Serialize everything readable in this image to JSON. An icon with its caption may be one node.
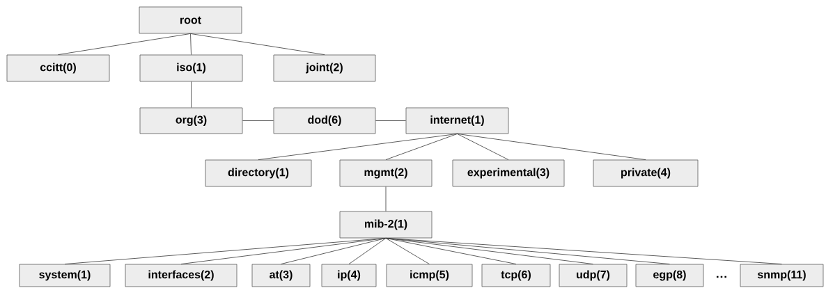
{
  "diagram": {
    "nodes": [
      {
        "text": [
          "root"
        ]
      },
      {
        "text": [
          "ccitt(0)"
        ]
      },
      {
        "text": [
          "iso(1)"
        ]
      },
      {
        "text": [
          "joint(2)"
        ]
      },
      {
        "text": [
          "org(3)"
        ]
      },
      {
        "text": [
          "dod(6)"
        ]
      },
      {
        "text": [
          "internet(1)"
        ]
      },
      {
        "text": [
          "directory(1)"
        ]
      },
      {
        "text": [
          "mgmt(2)"
        ]
      },
      {
        "text": [
          "experimental(3)"
        ]
      },
      {
        "text": [
          "private(4)"
        ]
      },
      {
        "text": [
          "mib-2(1)"
        ]
      },
      {
        "text": [
          "system(1)"
        ]
      },
      {
        "text": [
          "interfaces(2)"
        ]
      },
      {
        "text": [
          "at(3)"
        ]
      },
      {
        "text": [
          "ip(4)"
        ]
      },
      {
        "text": [
          "icmp(5)"
        ]
      },
      {
        "text": [
          "tcp(6)"
        ]
      },
      {
        "text": [
          "udp(7)"
        ]
      },
      {
        "text": [
          "egp(8)"
        ]
      },
      {
        "text": [
          "snmp(11)"
        ]
      }
    ],
    "edges": [
      {
        "from": 0,
        "to": 1,
        "arrow": "none"
      },
      {
        "from": 0,
        "to": 2,
        "arrow": "none"
      },
      {
        "from": 0,
        "to": 3,
        "arrow": "none"
      },
      {
        "from": 2,
        "to": 4,
        "arrow": "none"
      },
      {
        "from": 4,
        "to": 5,
        "arrow": "none"
      },
      {
        "from": 5,
        "to": 6,
        "arrow": "none"
      },
      {
        "from": 6,
        "to": 7,
        "arrow": "none"
      },
      {
        "from": 6,
        "to": 8,
        "arrow": "none"
      },
      {
        "from": 6,
        "to": 9,
        "arrow": "none"
      },
      {
        "from": 6,
        "to": 10,
        "arrow": "none"
      },
      {
        "from": 8,
        "to": 11,
        "arrow": "none"
      },
      {
        "from": 11,
        "to": 12,
        "arrow": "none"
      },
      {
        "from": 11,
        "to": 13,
        "arrow": "none"
      },
      {
        "from": 11,
        "to": 14,
        "arrow": "none"
      },
      {
        "from": 11,
        "to": 15,
        "arrow": "none"
      },
      {
        "from": 11,
        "to": 16,
        "arrow": "none"
      },
      {
        "from": 11,
        "to": 17,
        "arrow": "none"
      },
      {
        "from": 11,
        "to": 18,
        "arrow": "none"
      },
      {
        "from": 11,
        "to": 19,
        "arrow": "none"
      },
      {
        "from": 11,
        "to": 20,
        "arrow": "none"
      }
    ],
    "labels": [
      "…"
    ]
  }
}
